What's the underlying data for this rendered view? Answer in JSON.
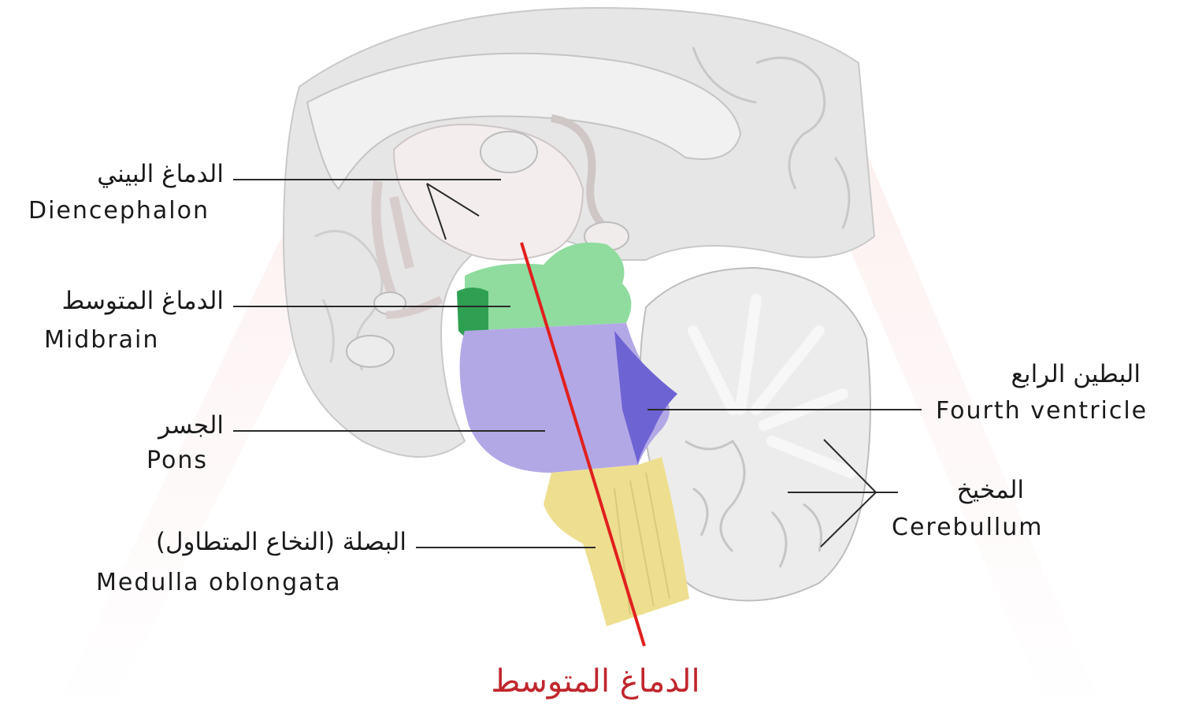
{
  "labels": {
    "diencephalon": {
      "ar": "الدماغ البيني",
      "en": "Diencephalon"
    },
    "midbrain": {
      "ar": "الدماغ المتوسط",
      "en": "Midbrain"
    },
    "pons": {
      "ar": "الجسر",
      "en": "Pons"
    },
    "medulla": {
      "ar": "البصلة (النخاع المتطاول)",
      "en": "Medulla oblongata"
    },
    "fourth_ventricle": {
      "ar": "البطين الرابع",
      "en": "Fourth ventricle"
    },
    "cerebellum": {
      "ar": "المخيخ",
      "en": "Cerebullum"
    }
  },
  "caption": "الدماغ المتوسط",
  "colors": {
    "midbrain": "#8fdc9e",
    "pons": "#b3a8e6",
    "medulla": "#eedf90",
    "fourth_ventricle": "#6e63d3",
    "section_line": "#e0201e",
    "caption": "#c0262d"
  }
}
